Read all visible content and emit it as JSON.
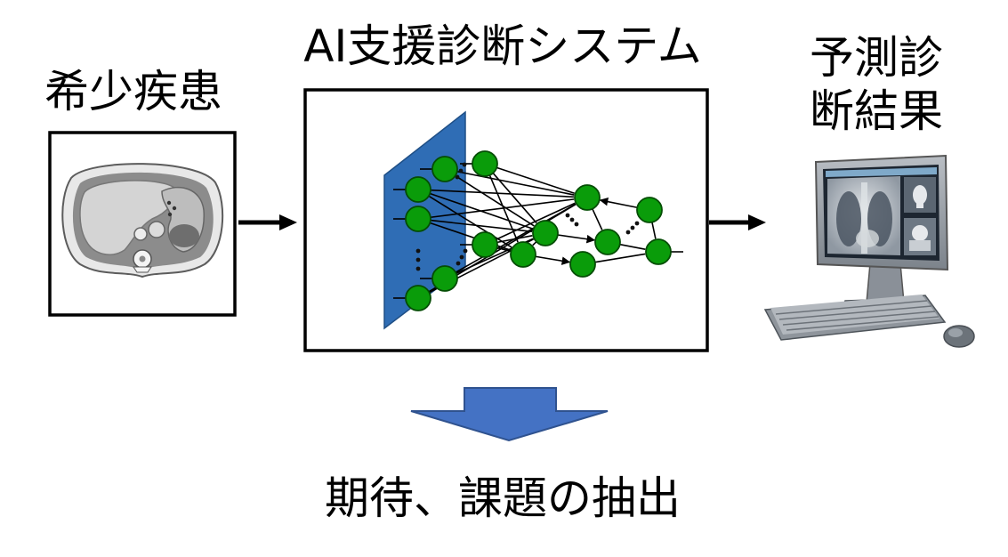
{
  "diagram": {
    "input_label": "希少疾患",
    "system_title": "AI支援診断システム",
    "output_label_lines": [
      "予測診",
      "断結果"
    ],
    "conclusion": "期待、課題の抽出"
  },
  "colors": {
    "plane_fill": "#2f6db5",
    "plane_stroke": "#1f4f86",
    "node_fill": "#0a9c0a",
    "node_stroke": "#044d04",
    "down_arrow_fill": "#4472c4",
    "down_arrow_stroke": "#2f528f",
    "box_stroke": "#000000"
  }
}
